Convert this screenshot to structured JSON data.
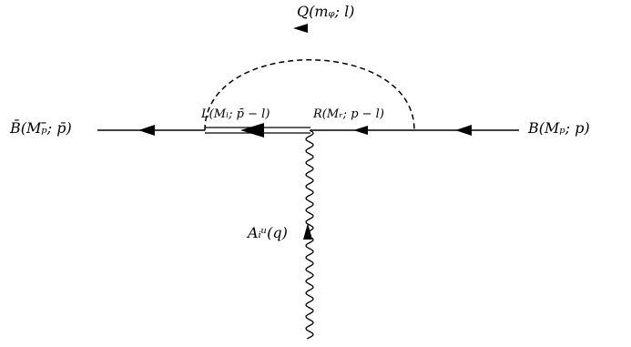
{
  "labels": {
    "top_loop": "Q(mᵩ; l)",
    "left_external": "B̄(Mₚ̄; p̄)",
    "right_external": "B(Mₚ; p)",
    "left_internal": "L(Mₗ; p̄ − l)",
    "right_internal": "R(Mᵣ; p − l)",
    "photon": "Aᵢᵘ(q)"
  }
}
